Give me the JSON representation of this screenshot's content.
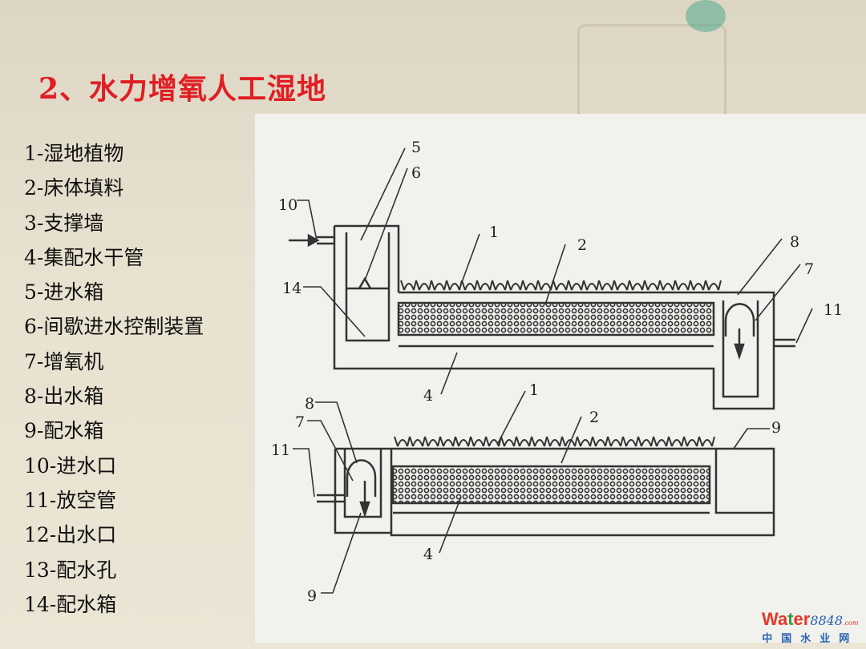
{
  "title": "2、水力增氧人工湿地",
  "legend": [
    "1-湿地植物",
    "2-床体填料",
    "3-支撑墙",
    "4-集配水干管",
    "5-进水箱",
    "6-间歇进水控制装置",
    "7-增氧机",
    "8-出水箱",
    "9-配水箱",
    "10-进水口",
    "11-放空管",
    "12-出水口",
    "13-配水孔",
    "14-配水箱"
  ],
  "diagram": {
    "top_labels": [
      "5",
      "6",
      "10",
      "1",
      "2",
      "14",
      "8",
      "7",
      "11",
      "4"
    ],
    "bottom_labels": [
      "1",
      "2",
      "9",
      "8",
      "7",
      "11",
      "4",
      "9"
    ]
  },
  "watermark": {
    "brand_a": "Wa",
    "brand_b": "t",
    "brand_c": "er",
    "number": "8848",
    "tld": ".com",
    "subtitle": "中国水业网"
  }
}
